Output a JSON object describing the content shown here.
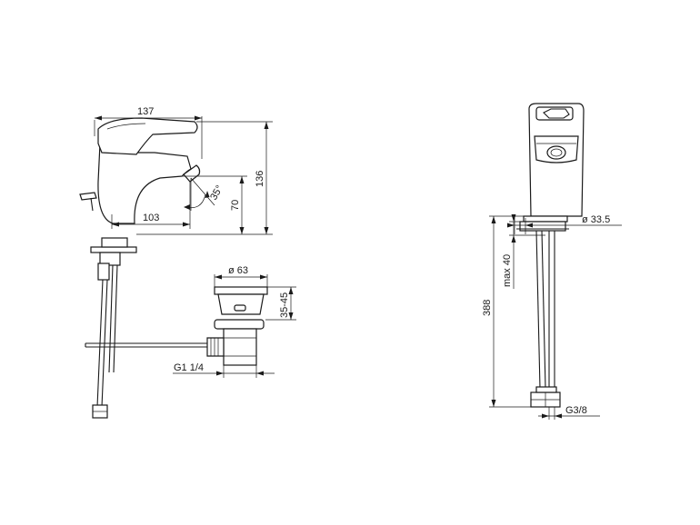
{
  "dimensions": {
    "width_137": "137",
    "height_136": "136",
    "reach_103": "103",
    "height_70": "70",
    "angle_35": "35°",
    "diameter_63": "ø 63",
    "range_35_45": "35-45",
    "thread_g1_1_4": "G1 1/4",
    "diameter_33_5": "ø 33.5",
    "max_40": "max 40",
    "length_388": "388",
    "thread_g3_8": "G3/8"
  }
}
